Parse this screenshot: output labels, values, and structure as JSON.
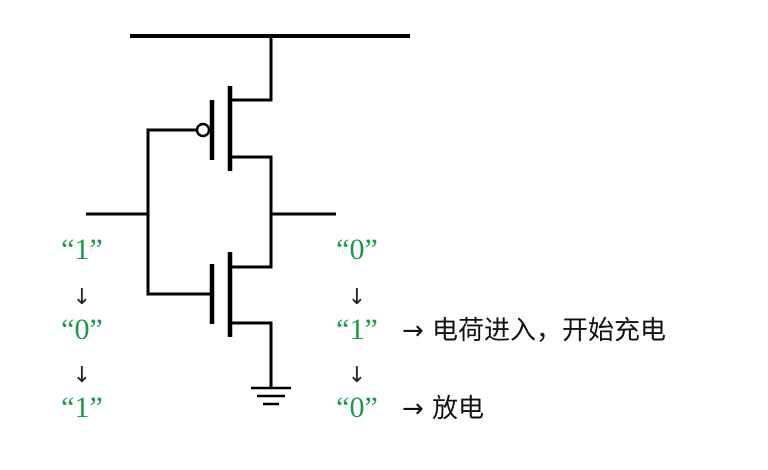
{
  "input_sequence": [
    "“1”",
    "“0”",
    "“1”"
  ],
  "output_sequence": [
    "“0”",
    "“1”",
    "“0”"
  ],
  "annotations": {
    "charge": "→ 电荷进入，开始充电",
    "discharge": "→ 放电"
  },
  "glyphs": {
    "down_arrow": "↓"
  },
  "colors": {
    "logic_value": "#1a9a4a",
    "wire": "#000000",
    "text": "#111111"
  }
}
